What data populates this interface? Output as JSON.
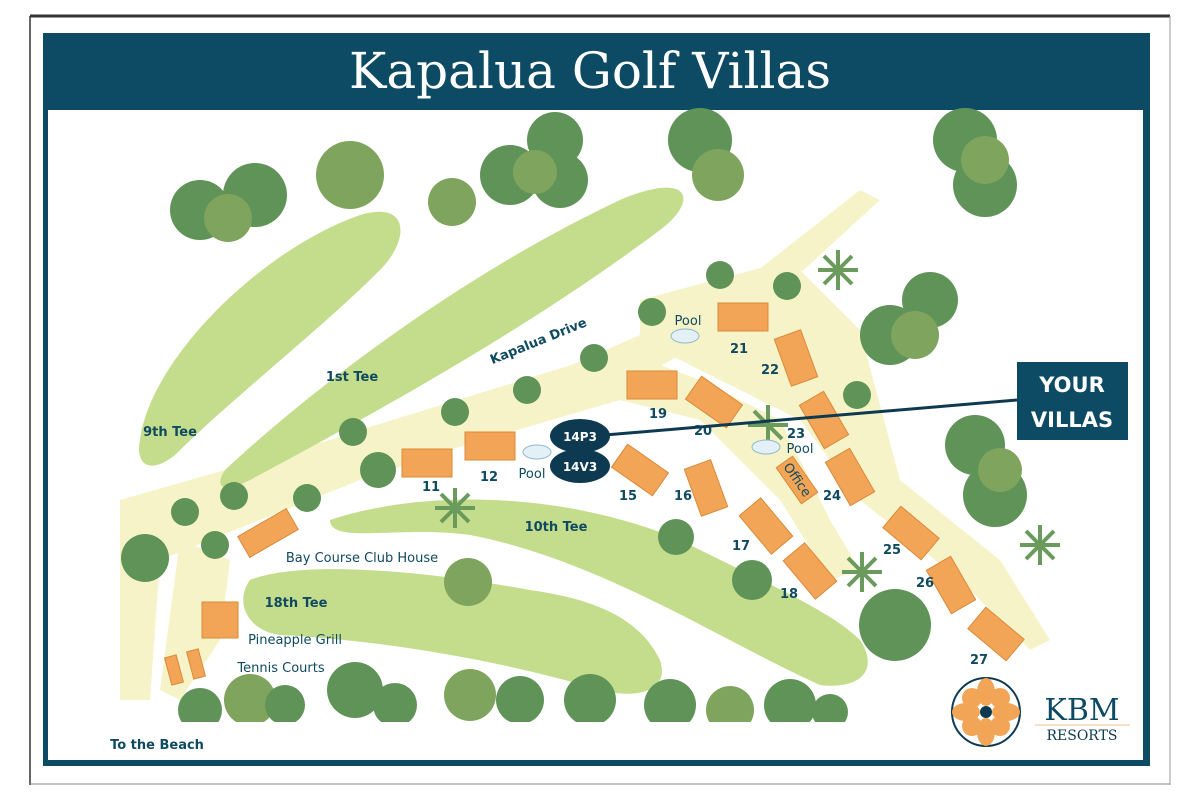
{
  "title": "Kapalua Golf Villas",
  "road_label": "Kapalua Drive",
  "tees": [
    "1st Tee",
    "9th Tee",
    "10th Tee",
    "18th Tee"
  ],
  "places": {
    "club_house": "Bay Course Club House",
    "grill": "Pineapple Grill",
    "tennis": "Tennis Courts",
    "beach": "To the Beach",
    "office": "Office"
  },
  "pools": [
    "Pool",
    "Pool",
    "Pool"
  ],
  "buildings": [
    "11",
    "12",
    "15",
    "16",
    "17",
    "18",
    "19",
    "20",
    "21",
    "22",
    "23",
    "24",
    "25",
    "26",
    "27"
  ],
  "your_villas": {
    "units": [
      "14P3",
      "14V3"
    ],
    "label_line1": "YOUR",
    "label_line2": "VILLAS"
  },
  "logo": {
    "name": "KBM",
    "sub": "RESORTS"
  },
  "colors": {
    "frame": "#0d4a63",
    "fairway": "#c4dd8c",
    "path": "#f7f3c8",
    "building": "#f2a556",
    "tree": "#5f9358"
  }
}
